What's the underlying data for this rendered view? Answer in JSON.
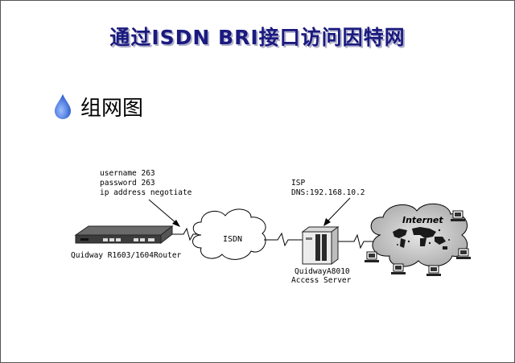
{
  "slide": {
    "title": "通过ISDN BRI接口访问因特网",
    "bullet": {
      "icon": "droplet-icon",
      "label": "组网图"
    },
    "colors": {
      "title": "#1a1a80",
      "bullet": "#2e5fd0",
      "cloud": "#c8c8c8"
    }
  },
  "router": {
    "name": "Quidway R1603/1604Router",
    "callout": [
      "username 263",
      "password 263",
      "ip address negotiate"
    ]
  },
  "isdn_cloud": {
    "label": "ISDN"
  },
  "server": {
    "name": "QuidwayA8010",
    "subtitle": "Access Server",
    "callout": [
      "ISP",
      "DNS:192.168.10.2"
    ]
  },
  "internet_cloud": {
    "label": "Internet",
    "icon": "world-map-icon"
  }
}
